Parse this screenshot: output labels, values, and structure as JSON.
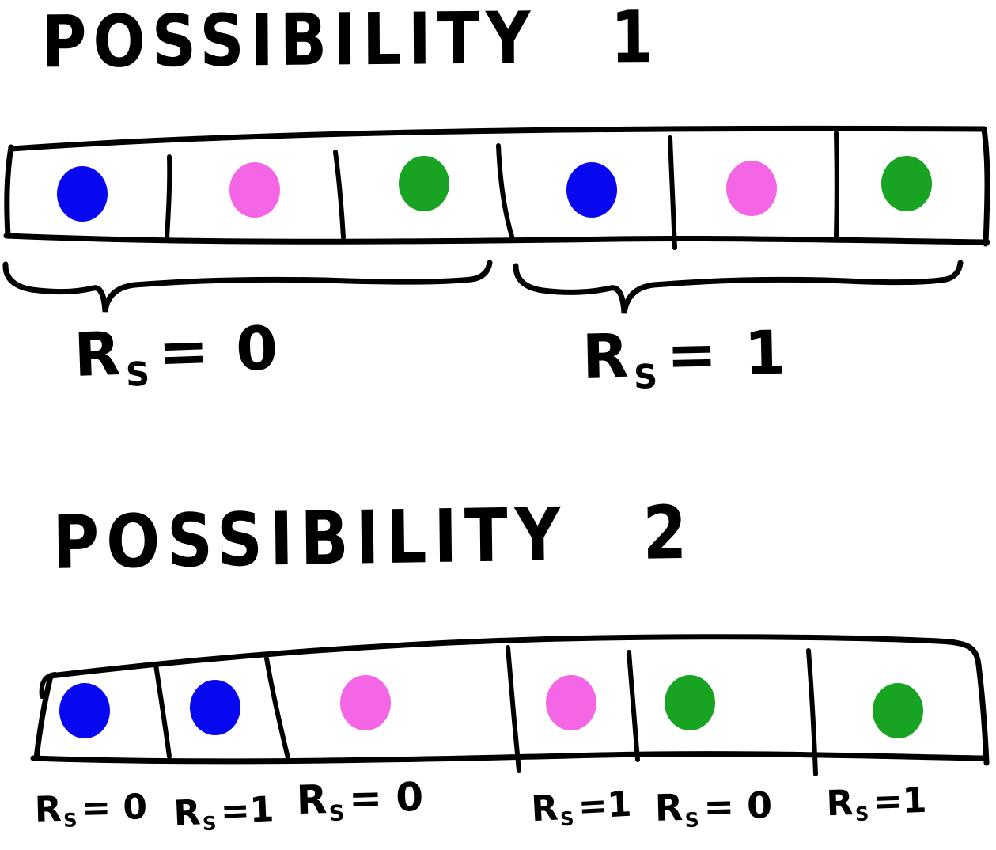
{
  "palette": {
    "ink": "#000000",
    "blue": "#0808f0",
    "pink": "#f566e6",
    "green": "#18a322",
    "background": "#ffffff"
  },
  "possibility1": {
    "title": "POSSIBILITY 1",
    "strip_cells": [
      "blue",
      "pink",
      "green",
      "blue",
      "pink",
      "green"
    ],
    "dots_hex": [
      "#0808f0",
      "#f566e6",
      "#18a322",
      "#0808f0",
      "#f566e6",
      "#18a322"
    ],
    "groups": [
      {
        "covers": "cells 1-3",
        "base": "R",
        "sub": "S",
        "rest": "= 0"
      },
      {
        "covers": "cells 4-6",
        "base": "R",
        "sub": "S",
        "rest": "= 1"
      }
    ]
  },
  "possibility2": {
    "title": "POSSIBILITY 2",
    "strip_cells": [
      "blue",
      "blue",
      "pink",
      "pink",
      "green",
      "green"
    ],
    "dots_hex": [
      "#0808f0",
      "#0808f0",
      "#f566e6",
      "#f566e6",
      "#18a322",
      "#18a322"
    ],
    "cell_labels": [
      {
        "base": "R",
        "sub": "S",
        "rest": "= 0"
      },
      {
        "base": "R",
        "sub": "S",
        "rest": "=1"
      },
      {
        "base": "R",
        "sub": "S",
        "rest": "= 0"
      },
      {
        "base": "R",
        "sub": "S",
        "rest": "=1"
      },
      {
        "base": "R",
        "sub": "S",
        "rest": "= 0"
      },
      {
        "base": "R",
        "sub": "S",
        "rest": "=1"
      }
    ]
  }
}
